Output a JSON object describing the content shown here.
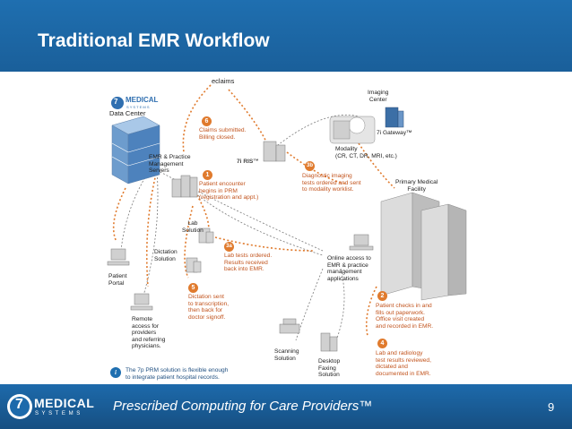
{
  "slide": {
    "title": "Traditional EMR Workflow",
    "page_number": "9"
  },
  "footer": {
    "tagline": "Prescribed Computing for Care Providers™",
    "logo_word": "MEDICAL",
    "logo_sub": "S Y S T E M S",
    "logo_num": "7"
  },
  "diagram": {
    "logo_small": {
      "word": "MEDICAL",
      "sub": "S Y S T E M S",
      "num": "7"
    },
    "nodes": {
      "data_center": "Data Center",
      "eclaims": "eclaims",
      "imaging_center": "Imaging\nCenter",
      "gateway": "7i Gateway™",
      "modality": "Modality\n(CR, CT, DR, MRI, etc.)",
      "emr_servers": "EMR & Practice\nManagement\nServers",
      "ris": "7i RIS™",
      "primary_facility": "Primary Medical\nFacility",
      "lab_solution": "Lab\nSolution",
      "dictation_solution": "Dictation\nSolution",
      "patient_portal": "Patient\nPortal",
      "online_access": "Online access to\nEMR & practice\nmanagement\napplications",
      "remote_access": "Remote\naccess for\nproviders\nand referring\nphysicians.",
      "scanning_solution": "Scanning\nSolution",
      "desktop_faxing": "Desktop\nFaxing\nSolution"
    },
    "steps": [
      {
        "num": "6",
        "text": "Claims submitted.\nBilling closed."
      },
      {
        "num": "1",
        "text": "Patient encounter\nbegins in PRM\n(registration and appt.)"
      },
      {
        "num": "3b",
        "text": "Diagnostic imaging\ntests ordered and sent\nto modality worklist."
      },
      {
        "num": "3a",
        "text": "Lab tests ordered.\nResults received\nback into EMR."
      },
      {
        "num": "5",
        "text": "Dictation sent\nto transcription,\nthen back for\ndoctor signoff."
      },
      {
        "num": "2",
        "text": "Patient checks in and\nfills out paperwork.\nOffice visit created\nand recorded in EMR."
      },
      {
        "num": "4",
        "text": "Lab and radiology\ntest results reviewed,\ndictated and\ndocumented in EMR."
      }
    ],
    "info_note": {
      "icon": "i",
      "text": "The 7p PRM solution is flexible enough\nto integrate patient hospital records."
    }
  },
  "colors": {
    "header_blue": "#1f6fb0",
    "accent_orange": "#e07b2e",
    "note_orange": "#c2541e"
  }
}
